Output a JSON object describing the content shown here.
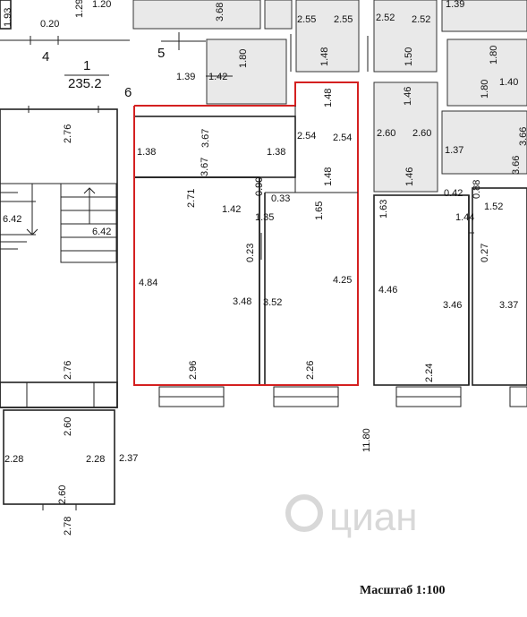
{
  "plan": {
    "room_numbers": [
      "1",
      "4",
      "5",
      "6"
    ],
    "area": "235.2",
    "dimensions": [
      "0.20",
      "1.93",
      "1.29",
      "1.20",
      "3.68",
      "2.55",
      "2.55",
      "2.52",
      "2.52",
      "1.39",
      "1.80",
      "1.48",
      "1.50",
      "1.80",
      "1.80",
      "1.40",
      "1.39",
      "1.42",
      "1.48",
      "1.46",
      "2.76",
      "3.67",
      "1.38",
      "1.38",
      "2.54",
      "2.54",
      "2.60",
      "2.60",
      "1.37",
      "3.66",
      "3.66",
      "1.46",
      "1.48",
      "2.71",
      "3.67",
      "0.90",
      "0.33",
      "1.63",
      "0.42",
      "0.88",
      "1.42",
      "1.65",
      "1.35",
      "1.44",
      "1.52",
      "6.42",
      "6.42",
      "0.23",
      "0.27",
      "4.84",
      "4.25",
      "4.46",
      "3.48",
      "3.52",
      "3.46",
      "3.37",
      "2.76",
      "2.96",
      "2.26",
      "2.24",
      "2.60",
      "11.80",
      "2.28",
      "2.28",
      "2.37",
      "2.60",
      "2.78"
    ],
    "watermark": "циан",
    "scale_label": "Масштаб 1:100"
  }
}
